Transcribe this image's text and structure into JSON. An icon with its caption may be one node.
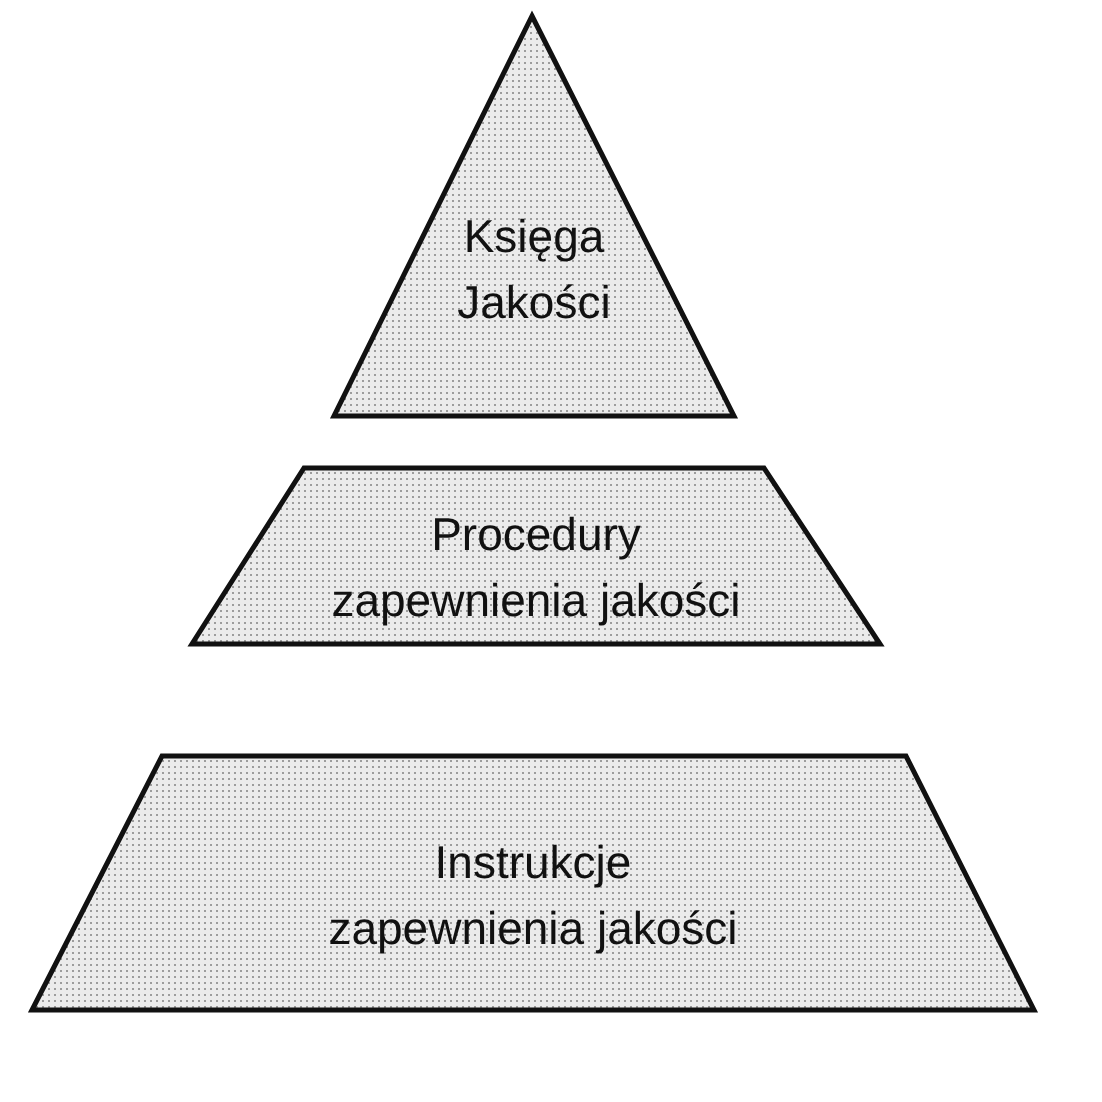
{
  "diagram": {
    "nodes": [
      {
        "text": [
          "Księga Jakości"
        ]
      },
      {
        "text": [
          "Procedury zapewnienia jakości"
        ]
      },
      {
        "text": [
          "Instrukcje zapewnienia jakości"
        ]
      }
    ]
  }
}
